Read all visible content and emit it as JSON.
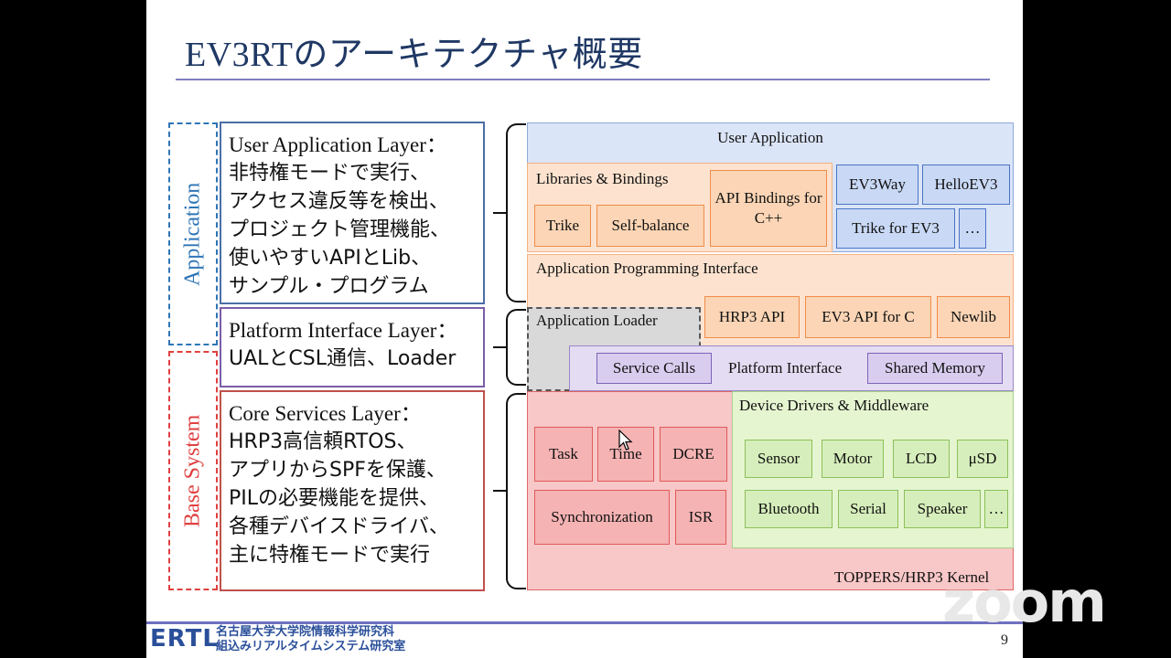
{
  "slide": {
    "title": "EV3RTのアーキテクチャ概要",
    "page_number": "9"
  },
  "side_labels": {
    "application": "Application",
    "base_system": "Base System"
  },
  "layers": [
    {
      "lines": [
        "User Application Layer：",
        "非特権モードで実行、",
        "アクセス違反等を検出、",
        "プロジェクト管理機能、",
        "使いやすいAPIとLib、",
        "サンプル・プログラム"
      ]
    },
    {
      "lines": [
        "Platform Interface Layer：",
        "UALとCSL通信、Loader"
      ]
    },
    {
      "lines": [
        "Core Services Layer：",
        "HRP3高信頼RTOS、",
        "アプリからSPFを保護、",
        "PILの必要機能を提供、",
        "各種デバイスドライバ、",
        "主に特権モードで実行"
      ]
    }
  ],
  "diagram": {
    "user_app": {
      "label": "User Application",
      "libraries_label": "Libraries & Bindings",
      "trike": "Trike",
      "self_balance": "Self-balance",
      "api_bindings": "API Bindings for C++",
      "ev3way": "EV3Way",
      "helloev3": "HelloEV3",
      "trike_for_ev3": "Trike for EV3",
      "more": "…"
    },
    "api": {
      "label": "Application Programming Interface",
      "loader": "Application Loader",
      "hrp3_api": "HRP3 API",
      "ev3_api": "EV3 API for C",
      "newlib": "Newlib"
    },
    "platform": {
      "label": "Platform Interface",
      "service_calls": "Service Calls",
      "shared_memory": "Shared Memory"
    },
    "kernel": {
      "label": "TOPPERS/HRP3 Kernel",
      "task": "Task",
      "time": "Time",
      "dcre": "DCRE",
      "sync": "Synchronization",
      "isr": "ISR"
    },
    "drivers": {
      "label": "Device Drivers & Middleware",
      "sensor": "Sensor",
      "motor": "Motor",
      "lcd": "LCD",
      "usd": "μSD",
      "bluetooth": "Bluetooth",
      "serial": "Serial",
      "speaker": "Speaker",
      "more": "…"
    }
  },
  "footer": {
    "logo": "ERTL",
    "lab_line1": "名古屋大学大学院情報科学研究科",
    "lab_line2": "組込みリアルタイムシステム研究室"
  },
  "overlay": {
    "watermark": "zoom"
  }
}
